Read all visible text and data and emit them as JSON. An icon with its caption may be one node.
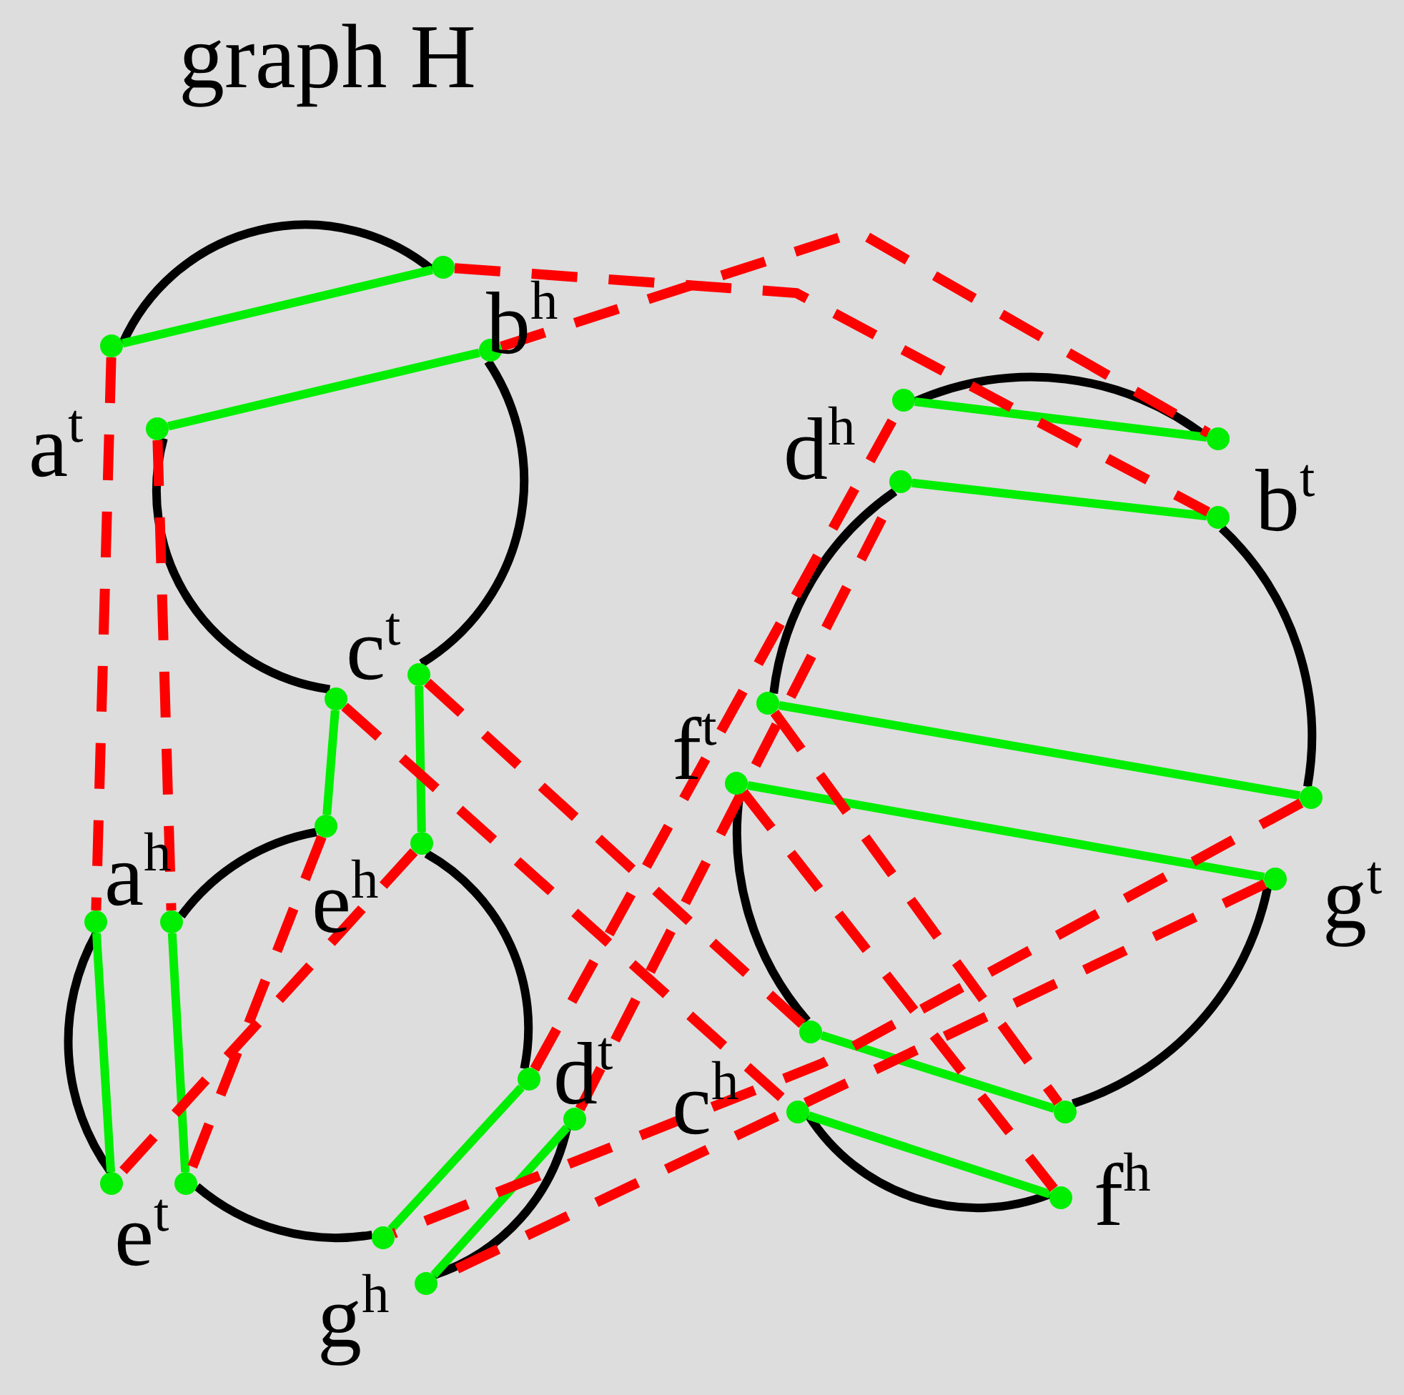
{
  "diagram": {
    "title": "graph H",
    "nodes": [
      {
        "text": [],
        "shape": "circle"
      },
      {
        "text": [],
        "shape": "circle"
      },
      {
        "text": [],
        "shape": "circle"
      },
      {
        "text": [],
        "shape": "circle"
      },
      {
        "text": [],
        "shape": "circle"
      },
      {
        "text": [],
        "shape": "circle"
      },
      {
        "text": [],
        "shape": "circle"
      },
      {
        "text": [],
        "shape": "circle"
      },
      {
        "text": [],
        "shape": "circle"
      },
      {
        "text": [],
        "shape": "circle"
      },
      {
        "text": [],
        "shape": "circle"
      },
      {
        "text": [],
        "shape": "circle"
      },
      {
        "text": [],
        "shape": "circle"
      },
      {
        "text": [],
        "shape": "circle"
      },
      {
        "text": [],
        "shape": "circle"
      },
      {
        "text": [],
        "shape": "circle"
      },
      {
        "text": [],
        "shape": "circle"
      },
      {
        "text": [],
        "shape": "circle"
      },
      {
        "text": [],
        "shape": "circle"
      },
      {
        "text": [],
        "shape": "circle"
      },
      {
        "text": [],
        "shape": "circle"
      },
      {
        "text": [],
        "shape": "circle"
      },
      {
        "text": [],
        "shape": "circle"
      },
      {
        "text": [],
        "shape": "circle"
      },
      {
        "text": [],
        "shape": "circle"
      },
      {
        "text": [],
        "shape": "circle"
      },
      {
        "text": [],
        "shape": "circle"
      },
      {
        "text": [],
        "shape": "circle"
      }
    ],
    "edges": [
      {
        "from": 1,
        "to": 0,
        "arrow": "none",
        "color": "#00ee00"
      },
      {
        "from": 3,
        "to": 2,
        "arrow": "none",
        "color": "#00ee00"
      },
      {
        "from": 4,
        "to": 6,
        "arrow": "none",
        "color": "#00ee00"
      },
      {
        "from": 5,
        "to": 7,
        "arrow": "none",
        "color": "#00ee00"
      },
      {
        "from": 8,
        "to": 12,
        "arrow": "none",
        "color": "#00ee00"
      },
      {
        "from": 9,
        "to": 13,
        "arrow": "none",
        "color": "#00ee00"
      },
      {
        "from": 10,
        "to": 14,
        "arrow": "none",
        "color": "#00ee00"
      },
      {
        "from": 11,
        "to": 15,
        "arrow": "none",
        "color": "#00ee00"
      },
      {
        "from": 16,
        "to": 17,
        "arrow": "none",
        "color": "#00ee00"
      },
      {
        "from": 18,
        "to": 19,
        "arrow": "none",
        "color": "#00ee00"
      },
      {
        "from": 20,
        "to": 22,
        "arrow": "none",
        "color": "#00ee00"
      },
      {
        "from": 21,
        "to": 23,
        "arrow": "none",
        "color": "#00ee00"
      },
      {
        "from": 24,
        "to": 25,
        "arrow": "none",
        "color": "#00ee00"
      },
      {
        "from": 26,
        "to": 27,
        "arrow": "none",
        "color": "#00ee00"
      },
      {
        "from": 1,
        "to": 8,
        "arrow": "none",
        "style": "dashed",
        "color": "#ff0000"
      },
      {
        "from": 3,
        "to": 9,
        "arrow": "none",
        "style": "dashed",
        "color": "#ff0000"
      },
      {
        "from": 0,
        "to": 19,
        "arrow": "none",
        "style": "dashed",
        "color": "#ff0000"
      },
      {
        "from": 2,
        "to": 17,
        "arrow": "none",
        "style": "dashed",
        "color": "#ff0000"
      },
      {
        "from": 4,
        "to": 26,
        "arrow": "none",
        "style": "dashed",
        "color": "#ff0000"
      },
      {
        "from": 5,
        "to": 24,
        "arrow": "none",
        "style": "dashed",
        "color": "#ff0000"
      },
      {
        "from": 6,
        "to": 13,
        "arrow": "none",
        "style": "dashed",
        "color": "#ff0000"
      },
      {
        "from": 7,
        "to": 12,
        "arrow": "none",
        "style": "dashed",
        "color": "#ff0000"
      },
      {
        "from": 10,
        "to": 16,
        "arrow": "none",
        "style": "dashed",
        "color": "#ff0000"
      },
      {
        "from": 11,
        "to": 18,
        "arrow": "none",
        "style": "dashed",
        "color": "#ff0000"
      },
      {
        "from": 20,
        "to": 25,
        "arrow": "none",
        "style": "dashed",
        "color": "#ff0000"
      },
      {
        "from": 21,
        "to": 27,
        "arrow": "none",
        "style": "dashed",
        "color": "#ff0000"
      },
      {
        "from": 22,
        "to": 14,
        "arrow": "none",
        "style": "dashed",
        "color": "#ff0000"
      },
      {
        "from": 23,
        "to": 15,
        "arrow": "none",
        "style": "dashed",
        "color": "#ff0000"
      },
      {
        "from": 1,
        "to": 0,
        "arrow": "none",
        "color": "#000000"
      },
      {
        "from": 2,
        "to": 5,
        "arrow": "none",
        "color": "#000000"
      },
      {
        "from": 4,
        "to": 3,
        "arrow": "none",
        "color": "#000000"
      },
      {
        "from": 6,
        "to": 9,
        "arrow": "none",
        "color": "#000000"
      },
      {
        "from": 8,
        "to": 12,
        "arrow": "none",
        "color": "#000000"
      },
      {
        "from": 13,
        "to": 14,
        "arrow": "none",
        "color": "#000000"
      },
      {
        "from": 7,
        "to": 10,
        "arrow": "none",
        "color": "#000000"
      },
      {
        "from": 15,
        "to": 11,
        "arrow": "none",
        "color": "#000000"
      },
      {
        "from": 16,
        "to": 17,
        "arrow": "none",
        "color": "#000000"
      },
      {
        "from": 19,
        "to": 22,
        "arrow": "none",
        "color": "#000000"
      },
      {
        "from": 23,
        "to": 25,
        "arrow": "none",
        "color": "#000000"
      },
      {
        "from": 27,
        "to": 26,
        "arrow": "none",
        "color": "#000000"
      },
      {
        "from": 24,
        "to": 21,
        "arrow": "none",
        "color": "#000000"
      },
      {
        "from": 20,
        "to": 18,
        "arrow": "none",
        "color": "#000000"
      }
    ],
    "labels": [
      "b$^{h}$",
      "a$^{t}$",
      "d$^{h}$",
      "b$^{t}$",
      "c$^{t}$",
      "f$^{t}$",
      "a$^{h}$",
      "e$^{h}$",
      "g$^{t}$",
      "d$^{t}$",
      "c$^{h}$",
      "f$^{h}$",
      "e$^{t}$",
      "g$^{h}$"
    ]
  }
}
